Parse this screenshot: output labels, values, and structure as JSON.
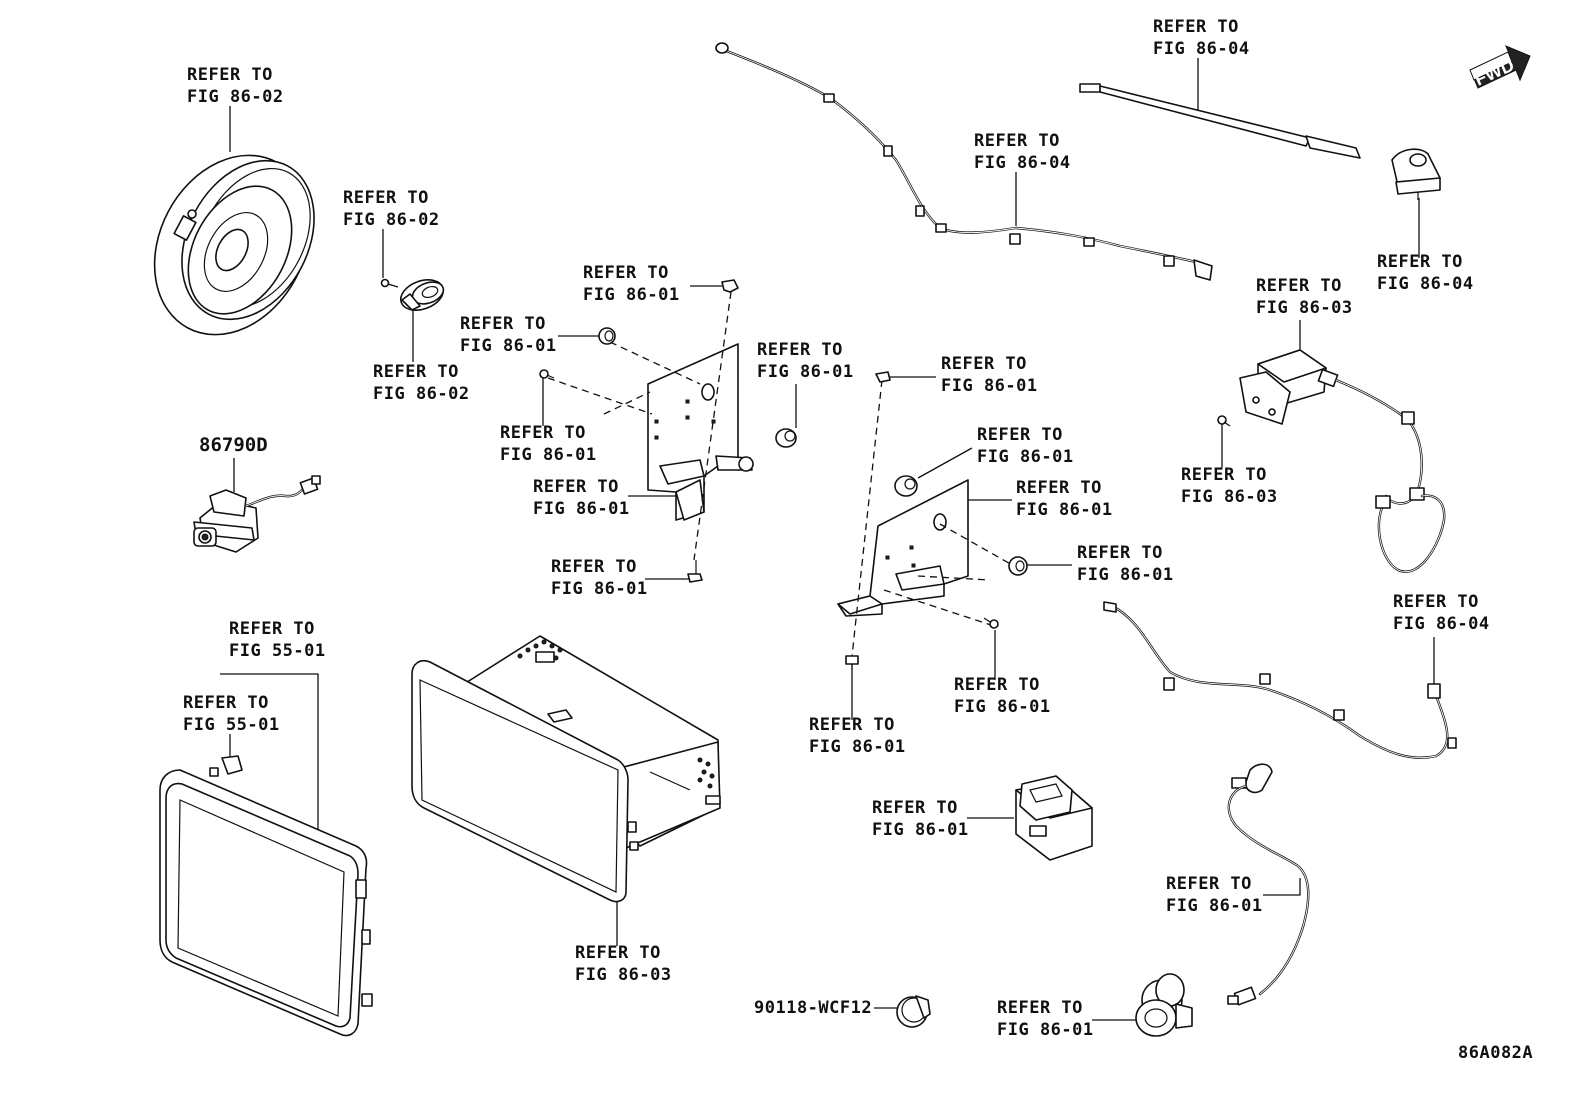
{
  "diagram": {
    "labels": [
      {
        "id": "speaker-ref",
        "lines": [
          "REFER TO",
          "FIG 86-02"
        ]
      },
      {
        "id": "tweeter-top-ref",
        "lines": [
          "REFER TO",
          "FIG 86-02"
        ]
      },
      {
        "id": "tweeter-bottom-ref",
        "lines": [
          "REFER TO",
          "FIG 86-02"
        ]
      },
      {
        "id": "part-86790d",
        "lines": [
          "86790D"
        ]
      },
      {
        "id": "bracket-l-clip-ref",
        "lines": [
          "REFER TO",
          "FIG 86-01"
        ]
      },
      {
        "id": "bracket-l-grommet-ref",
        "lines": [
          "REFER TO",
          "FIG 86-01"
        ]
      },
      {
        "id": "bracket-l-screw-ref",
        "lines": [
          "REFER TO",
          "FIG 86-01"
        ]
      },
      {
        "id": "bracket-l-ref",
        "lines": [
          "REFER TO",
          "FIG 86-01"
        ]
      },
      {
        "id": "bracket-l-bolt-ref",
        "lines": [
          "REFER TO",
          "FIG 86-01"
        ]
      },
      {
        "id": "bracket-l-nut-ref",
        "lines": [
          "REFER TO",
          "FIG 86-01"
        ]
      },
      {
        "id": "harness-top-ref",
        "lines": [
          "REFER TO",
          "FIG 86-04"
        ]
      },
      {
        "id": "rod-antenna-ref",
        "lines": [
          "REFER TO",
          "FIG 86-04"
        ]
      },
      {
        "id": "antenna-base-ref",
        "lines": [
          "REFER TO",
          "FIG 86-04"
        ]
      },
      {
        "id": "bracket-r-clip-ref",
        "lines": [
          "REFER TO",
          "FIG 86-01"
        ]
      },
      {
        "id": "bracket-r-nut-ref",
        "lines": [
          "REFER TO",
          "FIG 86-01"
        ]
      },
      {
        "id": "bracket-r-ref",
        "lines": [
          "REFER TO",
          "FIG 86-01"
        ]
      },
      {
        "id": "bracket-r-grommet-ref",
        "lines": [
          "REFER TO",
          "FIG 86-01"
        ]
      },
      {
        "id": "bracket-r-screw-ref",
        "lines": [
          "REFER TO",
          "FIG 86-01"
        ]
      },
      {
        "id": "bracket-r-bolt-ref",
        "lines": [
          "REFER TO",
          "FIG 86-01"
        ]
      },
      {
        "id": "amp-ref",
        "lines": [
          "REFER TO",
          "FIG 86-03"
        ]
      },
      {
        "id": "amp-screw-ref",
        "lines": [
          "REFER TO",
          "FIG 86-03"
        ]
      },
      {
        "id": "harness-right-ref",
        "lines": [
          "REFER TO",
          "FIG 86-04"
        ]
      },
      {
        "id": "display-ref",
        "lines": [
          "REFER TO",
          "FIG 55-01"
        ]
      },
      {
        "id": "display-clip-ref",
        "lines": [
          "REFER TO",
          "FIG 55-01"
        ]
      },
      {
        "id": "head-unit-ref",
        "lines": [
          "REFER TO",
          "FIG 86-03"
        ]
      },
      {
        "id": "switch-ref",
        "lines": [
          "REFER TO",
          "FIG 86-01"
        ]
      },
      {
        "id": "usb-harness-ref",
        "lines": [
          "REFER TO",
          "FIG 86-01"
        ]
      },
      {
        "id": "usb-port-ref",
        "lines": [
          "REFER TO",
          "FIG 86-01"
        ]
      },
      {
        "id": "part-90118",
        "lines": [
          "90118-WCF12"
        ]
      }
    ],
    "fwd_label": "FWD",
    "figure_code": "86A082A"
  }
}
